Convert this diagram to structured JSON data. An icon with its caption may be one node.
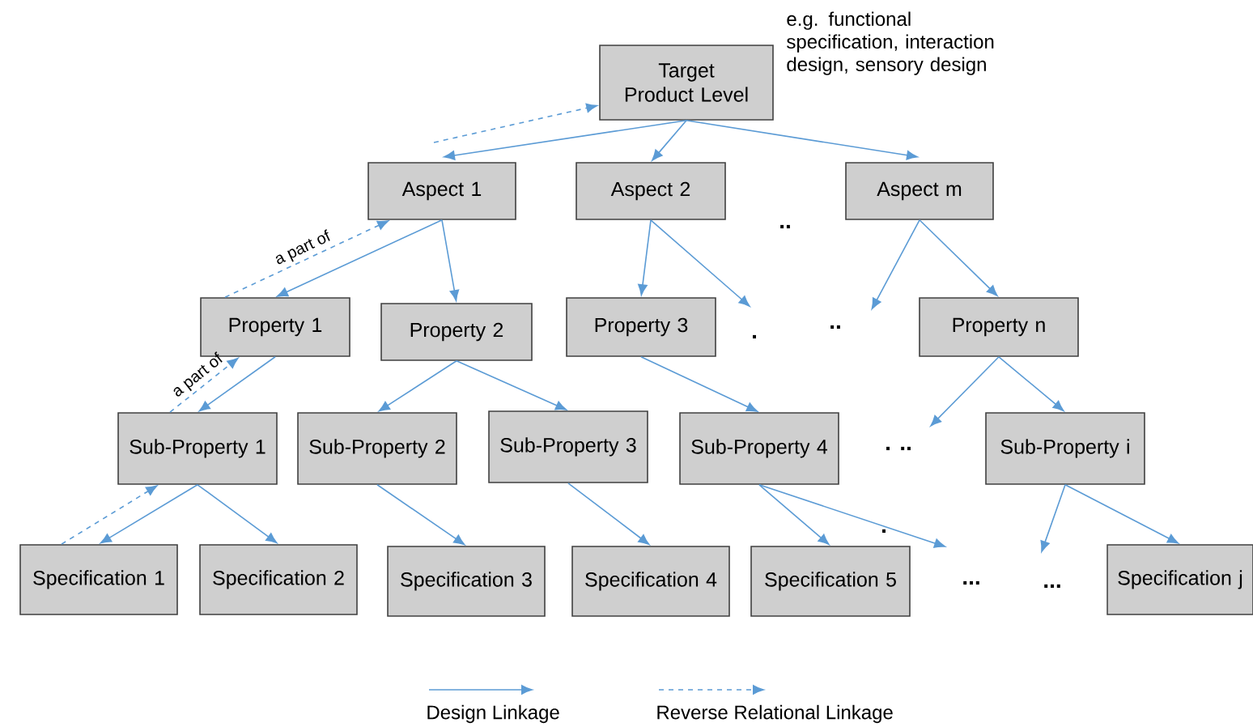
{
  "diagram": {
    "nodes": [
      {
        "text": [
          "Target Product Level"
        ],
        "beside": [
          "e.g. functional specification, interaction design, sensory design"
        ]
      },
      {
        "text": [
          "Aspect 1"
        ]
      },
      {
        "text": [
          "Aspect 2"
        ]
      },
      {
        "text": [
          "Aspect m"
        ]
      },
      {
        "text": [
          "Property 1"
        ]
      },
      {
        "text": [
          "Property 2"
        ]
      },
      {
        "text": [
          "Property 3"
        ]
      },
      {
        "text": [
          "Property n"
        ]
      },
      {
        "text": [
          "Sub-Property 1"
        ]
      },
      {
        "text": [
          "Sub-Property 2"
        ]
      },
      {
        "text": [
          "Sub-Property 3"
        ]
      },
      {
        "text": [
          "Sub-Property 4"
        ]
      },
      {
        "text": [
          "Sub-Property i"
        ]
      },
      {
        "text": [
          "Specification 1"
        ]
      },
      {
        "text": [
          "Specification 2"
        ]
      },
      {
        "text": [
          "Specification 3"
        ]
      },
      {
        "text": [
          "Specification 4"
        ]
      },
      {
        "text": [
          "Specification 5"
        ]
      },
      {
        "text": [
          "Specification j"
        ]
      }
    ],
    "edges": [
      {
        "from": 0,
        "to": 1,
        "arrow": "to"
      },
      {
        "from": 0,
        "to": 2,
        "arrow": "to"
      },
      {
        "from": 0,
        "to": 3,
        "arrow": "to"
      },
      {
        "from": 1,
        "to": 4,
        "arrow": "to"
      },
      {
        "from": 1,
        "to": 5,
        "arrow": "to"
      },
      {
        "from": 2,
        "to": 6,
        "arrow": "to"
      },
      {
        "from": 2,
        "to": null,
        "arrow": "to"
      },
      {
        "from": 3,
        "to": null,
        "arrow": "to"
      },
      {
        "from": 3,
        "to": 7,
        "arrow": "to"
      },
      {
        "from": 4,
        "to": 8,
        "arrow": "to"
      },
      {
        "from": 5,
        "to": 9,
        "arrow": "to"
      },
      {
        "from": 5,
        "to": 10,
        "arrow": "to"
      },
      {
        "from": 6,
        "to": 11,
        "arrow": "to"
      },
      {
        "from": 7,
        "to": null,
        "arrow": "to"
      },
      {
        "from": 7,
        "to": 12,
        "arrow": "to"
      },
      {
        "from": 8,
        "to": 13,
        "arrow": "to"
      },
      {
        "from": 8,
        "to": 14,
        "arrow": "to"
      },
      {
        "from": 9,
        "to": 15,
        "arrow": "to"
      },
      {
        "from": 10,
        "to": 16,
        "arrow": "to"
      },
      {
        "from": 11,
        "to": 17,
        "arrow": "to"
      },
      {
        "from": 11,
        "to": null,
        "arrow": "to"
      },
      {
        "from": 12,
        "to": null,
        "arrow": "to"
      },
      {
        "from": 12,
        "to": 18,
        "arrow": "to"
      },
      {
        "from": null,
        "to": 0,
        "arrow": "to",
        "style": "dashed"
      },
      {
        "from": 4,
        "to": 1,
        "arrow": "to",
        "style": "dashed",
        "label": "a part of"
      },
      {
        "from": 8,
        "to": 4,
        "arrow": "to",
        "style": "dashed",
        "label": "a part of"
      },
      {
        "from": 13,
        "to": 8,
        "arrow": "to",
        "style": "dashed"
      }
    ],
    "labels": [
      "..",
      ".",
      "..",
      ". ..",
      ".",
      "...",
      "..."
    ],
    "legend": [
      {
        "text": "Design Linkage"
      },
      {
        "text": "Reverse Relational Linkage"
      }
    ]
  }
}
